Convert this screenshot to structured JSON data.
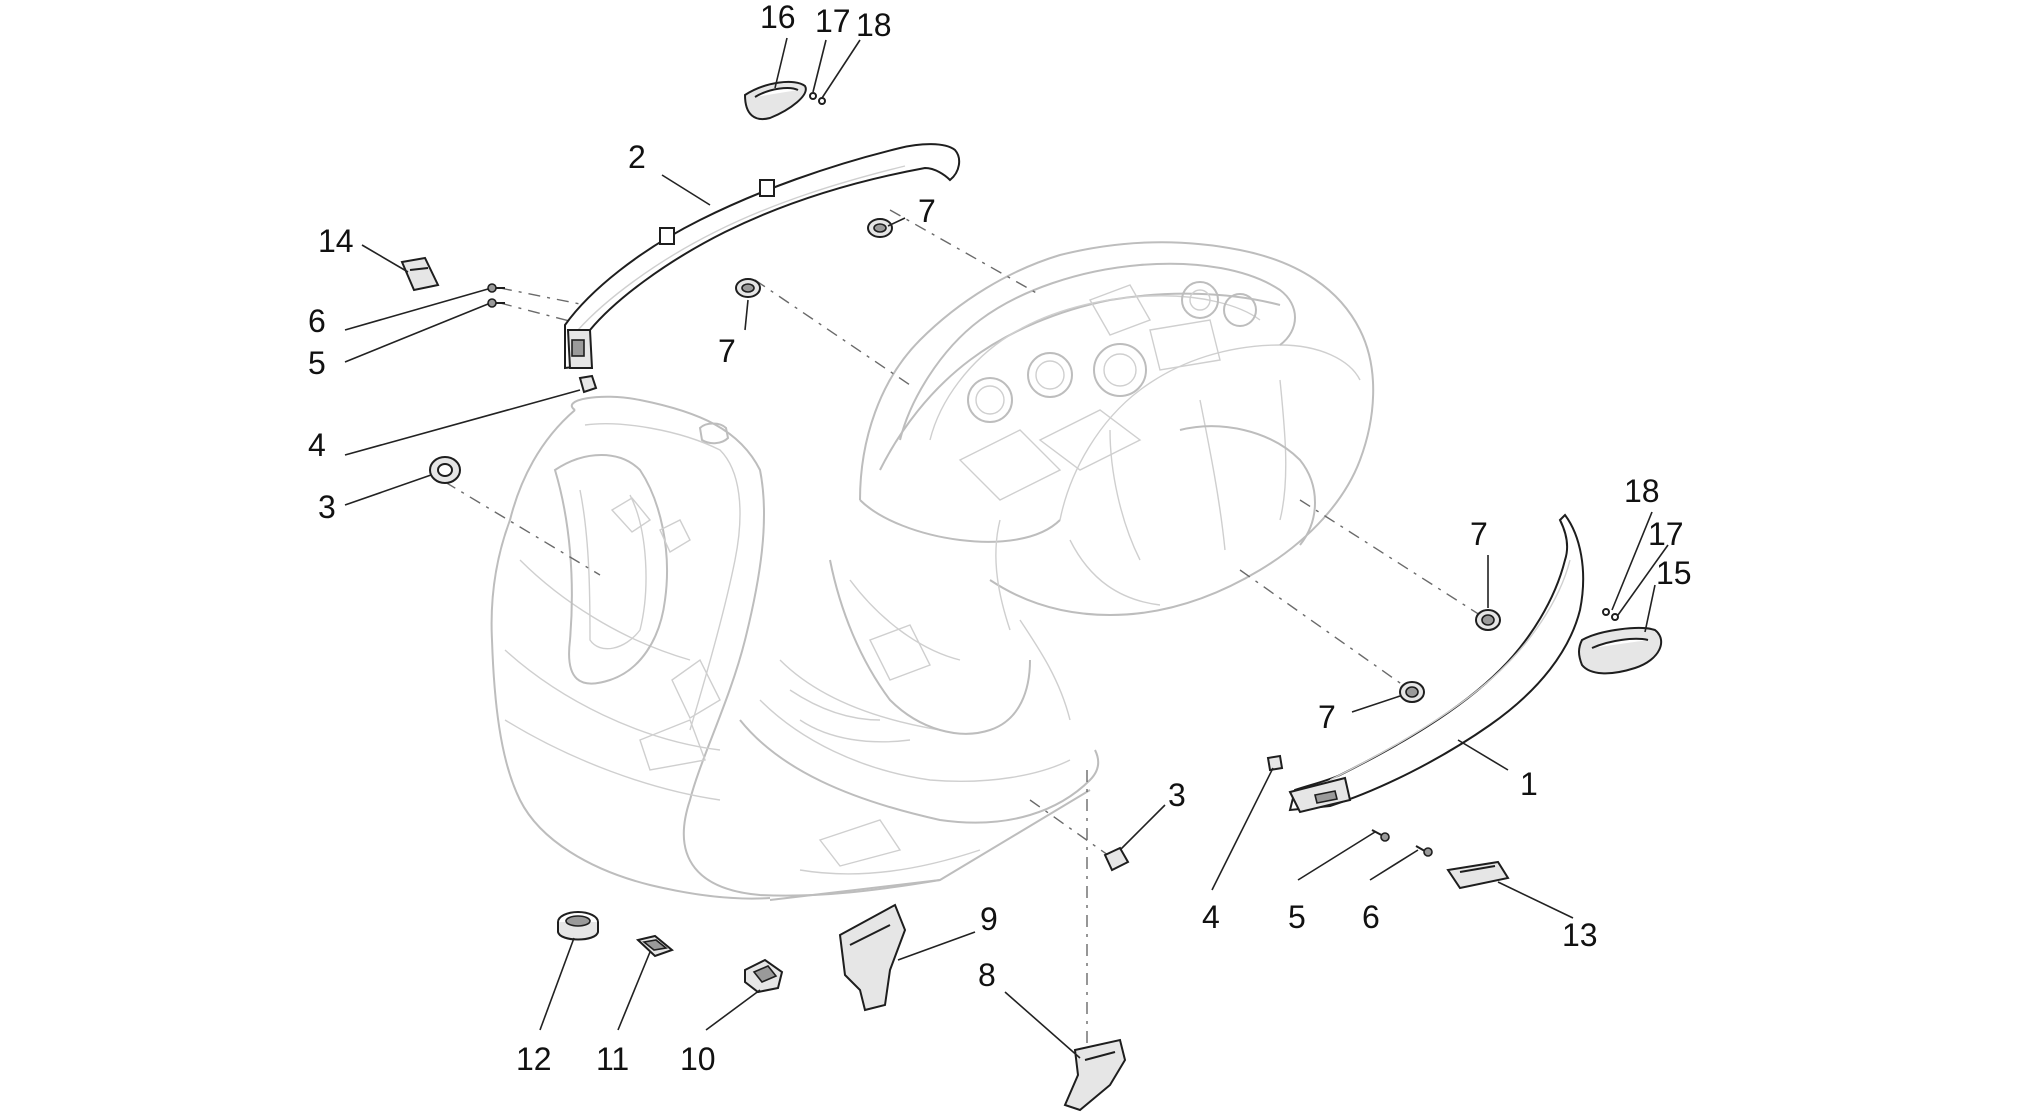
{
  "diagram": {
    "callouts": [
      {
        "id": "c16a",
        "text": "16"
      },
      {
        "id": "c17a",
        "text": "17"
      },
      {
        "id": "c18a",
        "text": "18"
      },
      {
        "id": "c2",
        "text": "2"
      },
      {
        "id": "c7a",
        "text": "7"
      },
      {
        "id": "c14",
        "text": "14"
      },
      {
        "id": "c6a",
        "text": "6"
      },
      {
        "id": "c5a",
        "text": "5"
      },
      {
        "id": "c7b",
        "text": "7"
      },
      {
        "id": "c4a",
        "text": "4"
      },
      {
        "id": "c3a",
        "text": "3"
      },
      {
        "id": "c18b",
        "text": "18"
      },
      {
        "id": "c7c",
        "text": "7"
      },
      {
        "id": "c17b",
        "text": "17"
      },
      {
        "id": "c15",
        "text": "15"
      },
      {
        "id": "c7d",
        "text": "7"
      },
      {
        "id": "c1",
        "text": "1"
      },
      {
        "id": "c3b",
        "text": "3"
      },
      {
        "id": "c4b",
        "text": "4"
      },
      {
        "id": "c5b",
        "text": "5"
      },
      {
        "id": "c6b",
        "text": "6"
      },
      {
        "id": "c13",
        "text": "13"
      },
      {
        "id": "c9",
        "text": "9"
      },
      {
        "id": "c8",
        "text": "8"
      },
      {
        "id": "c12",
        "text": "12"
      },
      {
        "id": "c11",
        "text": "11"
      },
      {
        "id": "c10",
        "text": "10"
      }
    ]
  }
}
